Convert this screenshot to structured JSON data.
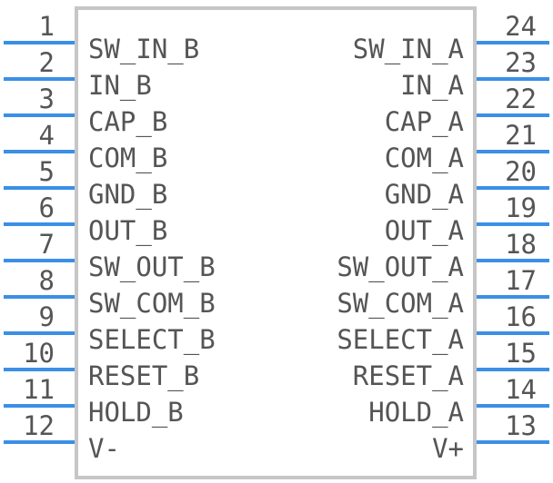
{
  "component": {
    "left_pins": [
      {
        "number": "1",
        "label": "SW_IN_B"
      },
      {
        "number": "2",
        "label": "IN_B"
      },
      {
        "number": "3",
        "label": "CAP_B"
      },
      {
        "number": "4",
        "label": "COM_B"
      },
      {
        "number": "5",
        "label": "GND_B"
      },
      {
        "number": "6",
        "label": "OUT_B"
      },
      {
        "number": "7",
        "label": "SW_OUT_B"
      },
      {
        "number": "8",
        "label": "SW_COM_B"
      },
      {
        "number": "9",
        "label": "SELECT_B"
      },
      {
        "number": "10",
        "label": "RESET_B"
      },
      {
        "number": "11",
        "label": "HOLD_B"
      },
      {
        "number": "12",
        "label": "V-"
      }
    ],
    "right_pins": [
      {
        "number": "24",
        "label": "SW_IN_A"
      },
      {
        "number": "23",
        "label": "IN_A"
      },
      {
        "number": "22",
        "label": "CAP_A"
      },
      {
        "number": "21",
        "label": "COM_A"
      },
      {
        "number": "20",
        "label": "GND_A"
      },
      {
        "number": "19",
        "label": "OUT_A"
      },
      {
        "number": "18",
        "label": "SW_OUT_A"
      },
      {
        "number": "17",
        "label": "SW_COM_A"
      },
      {
        "number": "16",
        "label": "SELECT_A"
      },
      {
        "number": "15",
        "label": "RESET_A"
      },
      {
        "number": "14",
        "label": "HOLD_A"
      },
      {
        "number": "13",
        "label": "V+"
      }
    ],
    "colors": {
      "pin_line": "#3b8fe6",
      "body_outline": "#c6c6c6",
      "text": "#555555"
    }
  }
}
